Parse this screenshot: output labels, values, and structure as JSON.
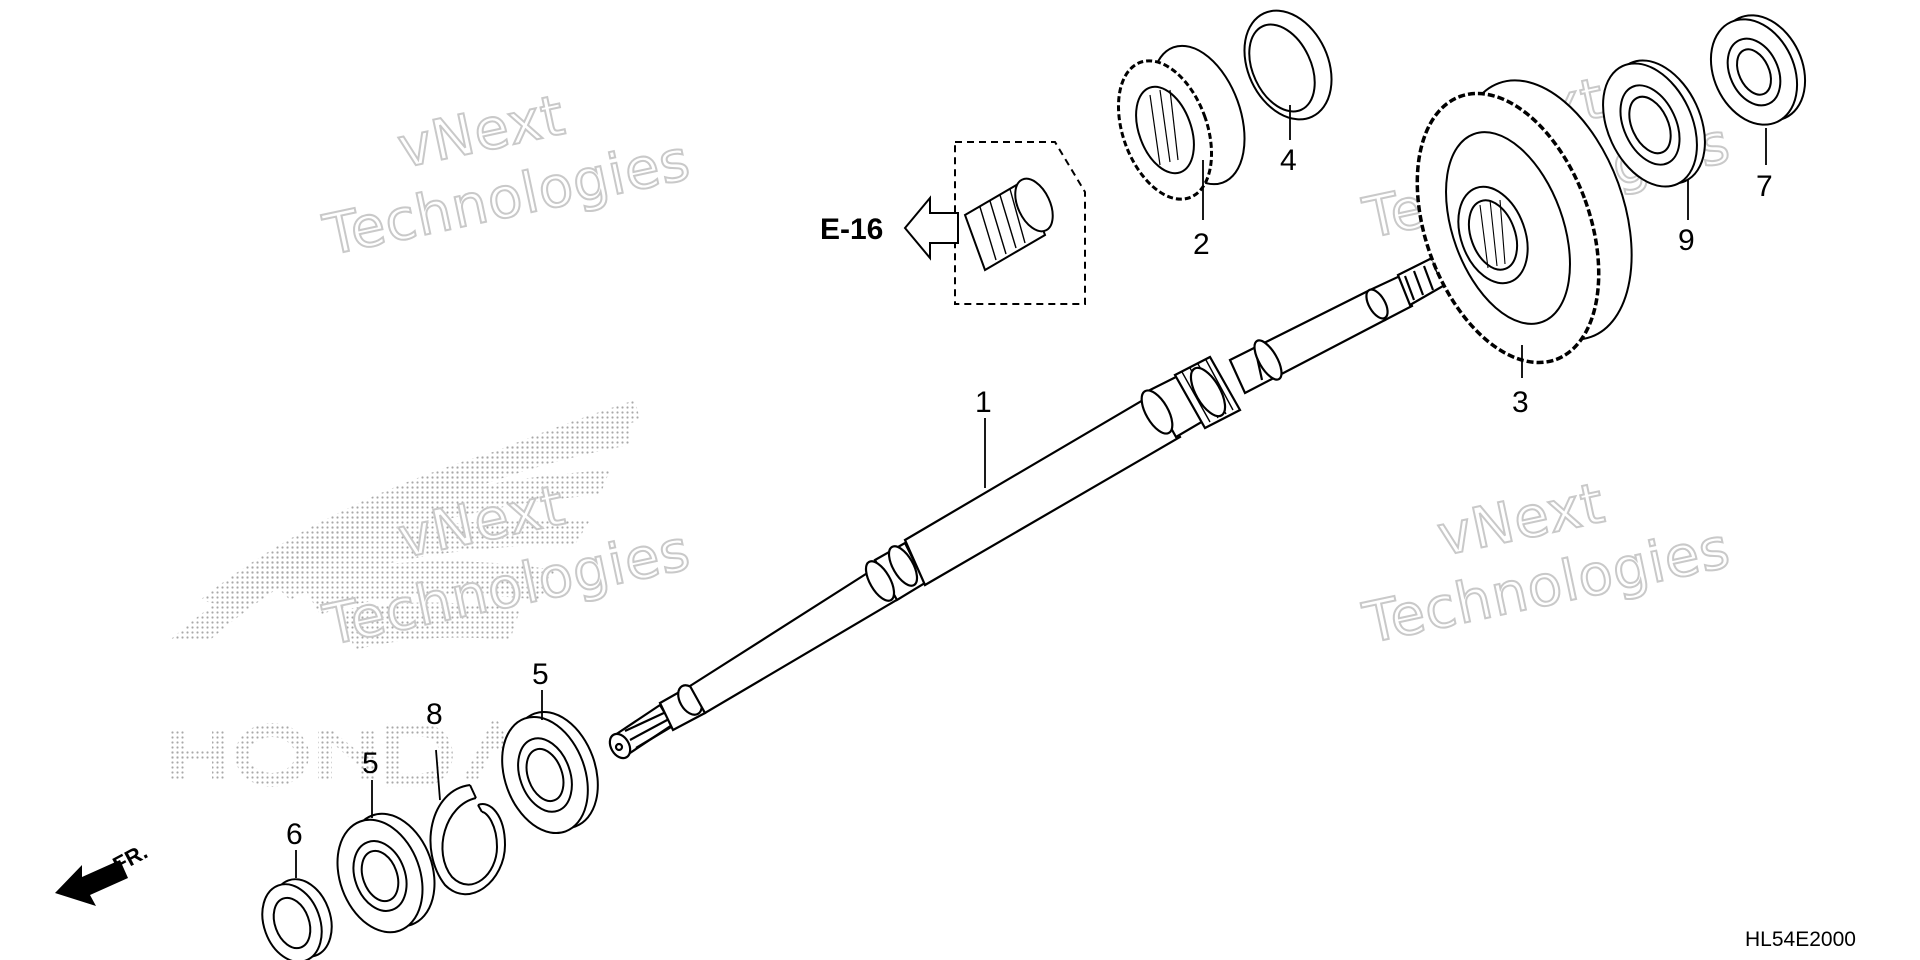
{
  "diagram": {
    "callouts": {
      "c1": "1",
      "c2": "2",
      "c3": "3",
      "c4": "4",
      "c5a": "5",
      "c5b": "5",
      "c6": "6",
      "c7": "7",
      "c8": "8",
      "c9": "9"
    },
    "reference_label": "E-16",
    "direction_label": "FR.",
    "diagram_code": "HL54E2000",
    "watermark": {
      "line1": "vNext",
      "line2": "Technologies"
    },
    "logo_text": "HONDA"
  }
}
